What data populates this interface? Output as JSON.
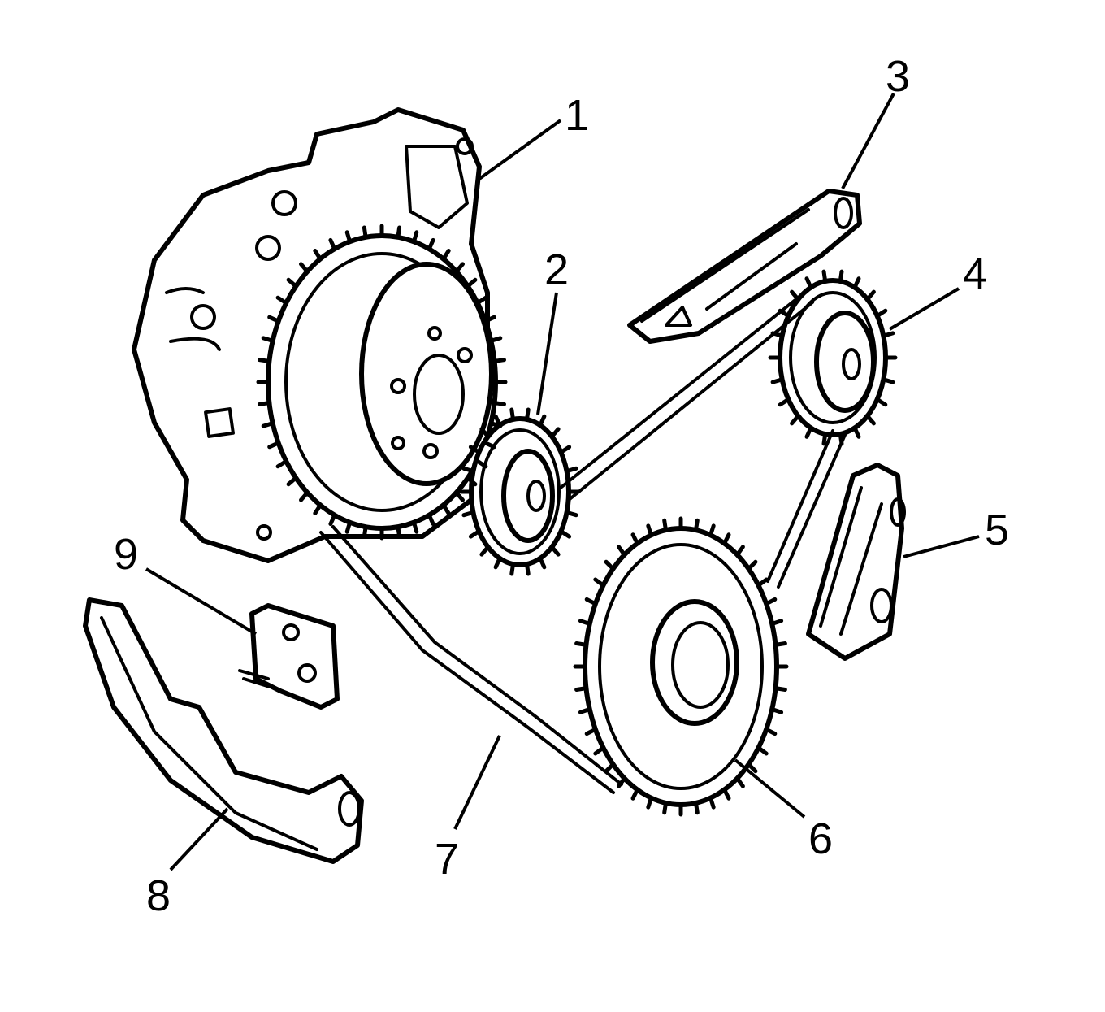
{
  "callouts": [
    {
      "id": "1",
      "text": "1"
    },
    {
      "id": "2",
      "text": "2"
    },
    {
      "id": "3",
      "text": "3"
    },
    {
      "id": "4",
      "text": "4"
    },
    {
      "id": "5",
      "text": "5"
    },
    {
      "id": "6",
      "text": "6"
    },
    {
      "id": "7",
      "text": "7"
    },
    {
      "id": "8",
      "text": "8"
    },
    {
      "id": "9",
      "text": "9"
    }
  ],
  "colors": {
    "line": "#000000",
    "background": "#ffffff"
  }
}
